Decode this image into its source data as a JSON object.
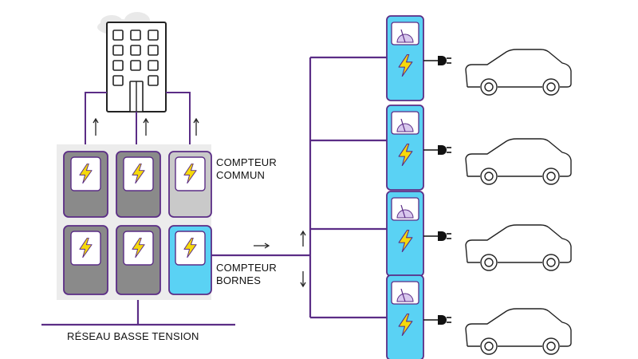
{
  "labels": {
    "compteur_commun_line1": "COMPTEUR",
    "compteur_commun_line2": "COMMUN",
    "compteur_bornes_line1": "COMPTEUR",
    "compteur_bornes_line2": "BORNES",
    "reseau": "RÉSEAU BASSE  TENSION"
  },
  "colors": {
    "wire": "#5b2d86",
    "meter_dark": "#8a8a8a",
    "meter_light": "#c9c9c9",
    "meter_bornes": "#5ad2f4",
    "charger": "#5ad2f4",
    "bolt": "#f5d90a",
    "panel": "#ececec",
    "outline": "#222222"
  },
  "icons": {
    "building": "building-icon",
    "meter": "electric-meter-icon",
    "charger": "charging-station-icon",
    "plug": "plug-icon",
    "car": "car-icon",
    "bolt": "lightning-bolt-icon",
    "arrow_up": "arrow-up-icon",
    "arrow_down": "arrow-down-icon",
    "arrow_right": "arrow-right-icon"
  }
}
